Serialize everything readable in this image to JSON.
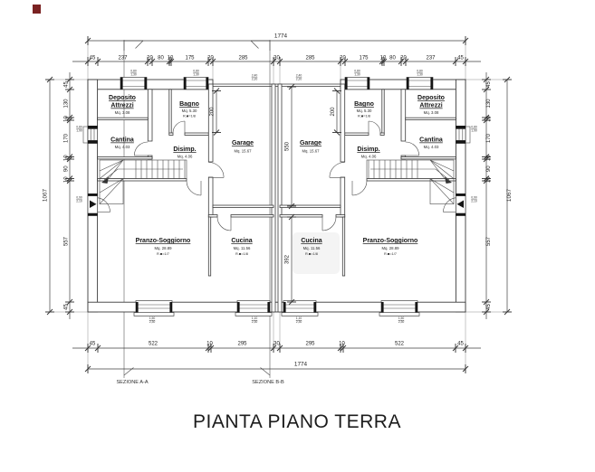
{
  "footer": {
    "title": "PIANTA PIANO TERRA"
  },
  "section_labels": {
    "a": "SEZIONE A-A",
    "b": "SEZIONE B-B"
  },
  "dims": {
    "top_total": "1774",
    "bottom_total": "1774",
    "side_total": "1067",
    "top_chain": [
      "45",
      "237",
      "20",
      "80",
      "10",
      "175",
      "20",
      "285",
      "30",
      "285",
      "20",
      "175",
      "10",
      "80",
      "20",
      "237",
      "45"
    ],
    "bottom_chain": [
      "45",
      "522",
      "10",
      "295",
      "30",
      "295",
      "10",
      "522",
      "45"
    ],
    "side_chain": [
      "45",
      "130",
      "10",
      "170",
      "10",
      "90",
      "10",
      "557",
      "45"
    ],
    "garage_depth": "550",
    "kitchen_depth": "392",
    "bath_depth": "200"
  },
  "rooms": {
    "deposito": {
      "line1": "Deposito",
      "line2": "Attrezzi",
      "area": "Mq. 3.08"
    },
    "bagno": {
      "name": "Bagno",
      "area": "Mq. 5.30",
      "ratio": "R.■=1/8"
    },
    "cantina": {
      "name": "Cantina",
      "area": "Mq. 4.03"
    },
    "disimp": {
      "name": "Disimp.",
      "area": "Mq. 4.06"
    },
    "garage": {
      "name": "Garage",
      "area": "Mq. 15.67"
    },
    "pranzo": {
      "name": "Pranzo-Soggiorno",
      "area": "Mq. 28.89",
      "ratio": "R.■=1/7"
    },
    "cucina": {
      "name": "Cucina",
      "area": "Mq. 11.56",
      "ratio": "R.■=1/8"
    }
  },
  "openings": {
    "storage_window": {
      "w": "0,80",
      "h": "1,30"
    },
    "bath_window": {
      "w": "0,80",
      "h": "1,30"
    },
    "garage_door": {
      "w": "2,40",
      "h": "2,20"
    },
    "cellar_window": {
      "w": "0,80",
      "h": "1,90"
    },
    "side_door": {
      "w": "0,90",
      "h": "2,10"
    },
    "living_window": {
      "w": "1,50",
      "h": "2,30"
    },
    "kitchen_window": {
      "w": "1,10",
      "h": "2,30"
    }
  },
  "colors": {
    "line": "#3a3a3a",
    "dimension": "#333333",
    "section_line": "#9b9b9b",
    "corner_mark": "#7a2222",
    "background": "#ffffff"
  }
}
